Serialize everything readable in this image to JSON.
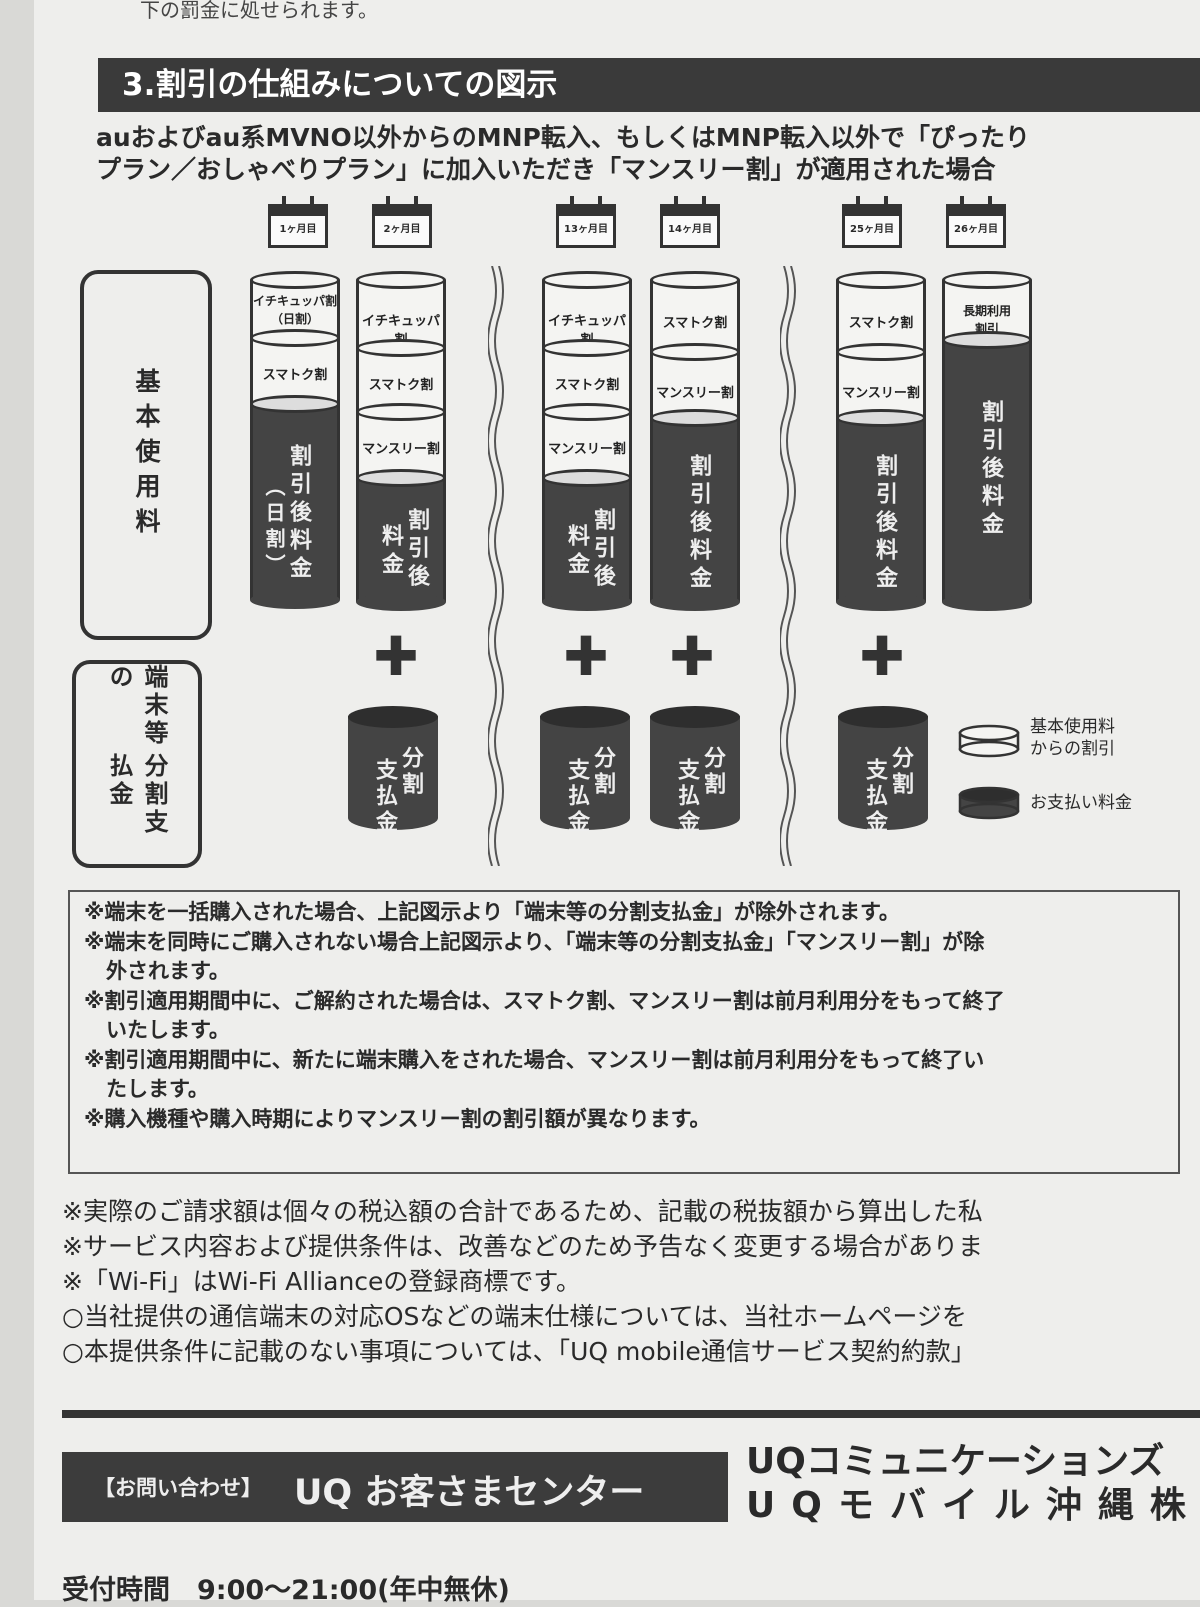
{
  "header": {
    "top_cut_text": "下の罰金に処せられます。",
    "section_title": "3.割引の仕組みについての図示",
    "intro_line1": "auおよびau系MVNO以外からのMNP転入、もしくはMNP転入以外で「ぴったり",
    "intro_line2": "プラン／おしゃべりプラン」に加入いただき「マンスリー割」が適用された場合"
  },
  "diagram": {
    "row_labels": {
      "basic": "基本使用料",
      "installment_col1": "分割支払金",
      "installment_col2": "端末等の"
    },
    "months": [
      "1ヶ月目",
      "2ヶ月目",
      "13ヶ月目",
      "14ヶ月目",
      "25ヶ月目",
      "26ヶ月目"
    ],
    "columns": [
      {
        "segments": [
          "イチキュッパ割",
          "（日割）",
          "スマトク割"
        ],
        "dark_lines": [
          "割引後料金",
          "（日割）"
        ]
      },
      {
        "segments": [
          "イチキュッパ割",
          "スマトク割",
          "マンスリー割"
        ],
        "dark_a": "割引後",
        "dark_b": "料金"
      },
      {
        "segments": [
          "イチキュッパ割",
          "スマトク割",
          "マンスリー割"
        ],
        "dark_a": "割引後",
        "dark_b": "料金"
      },
      {
        "segments": [
          "スマトク割",
          "マンスリー割"
        ],
        "dark": "割引後料金"
      },
      {
        "segments": [
          "スマトク割",
          "マンスリー割"
        ],
        "dark": "割引後料金"
      },
      {
        "segments": [
          "長期利用",
          "割引"
        ],
        "dark": "割引後料金"
      }
    ],
    "plus": "✚",
    "pay_a": "分割",
    "pay_b": "支払金",
    "legend": {
      "discount_line1": "基本使用料",
      "discount_line2": "からの割引",
      "payment": "お支払い料金"
    }
  },
  "notes": [
    "※端末を一括購入された場合、上記図示より「端末等の分割支払金」が除外されます。",
    "※端末を同時にご購入されない場合上記図示より、「端末等の分割支払金」「マンスリー割」が除",
    "外されます。",
    "※割引適用期間中に、ご解約された場合は、スマトク割、マンスリー割は前月利用分をもって終了",
    "いたします。",
    "※割引適用期間中に、新たに端末購入をされた場合、マンスリー割は前月利用分をもって終了い",
    "たします。",
    "※購入機種や購入時期によりマンスリー割の割引額が異なります。"
  ],
  "footer_notes": [
    "※実際のご請求額は個々の税込額の合計であるため、記載の税抜額から算出した私",
    "※サービス内容および提供条件は、改善などのため予告なく変更する場合がありま",
    "※「Wi-Fi」はWi-Fi Allianceの登録商標です。",
    "○当社提供の通信端末の対応OSなどの端末仕様については、当社ホームページを",
    "○本提供条件に記載のない事項については、「UQ mobile通信サービス契約約款」"
  ],
  "contact": {
    "label": "【お問い合わせ】",
    "center": "UQ お客さまセンター",
    "company_line1": "UQコミュニケーションズ",
    "company_line2": "UQモバイル沖縄株",
    "hours": "受付時間　9:00〜21:00(年中無休)"
  },
  "colors": {
    "dark": "#444444",
    "bar": "#3a3a3a",
    "paper": "#eeeeec"
  }
}
